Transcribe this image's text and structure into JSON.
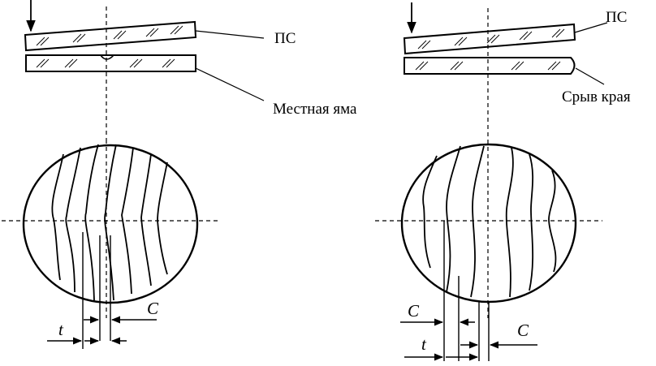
{
  "left_panel": {
    "plate_label": "ПС",
    "defect_label": "Местная яма",
    "dim_c": "C",
    "dim_t": "t"
  },
  "right_panel": {
    "plate_label": "ПС",
    "defect_label": "Срыв края",
    "dim_c_top": "C",
    "dim_t": "t",
    "dim_c_bottom": "C"
  }
}
